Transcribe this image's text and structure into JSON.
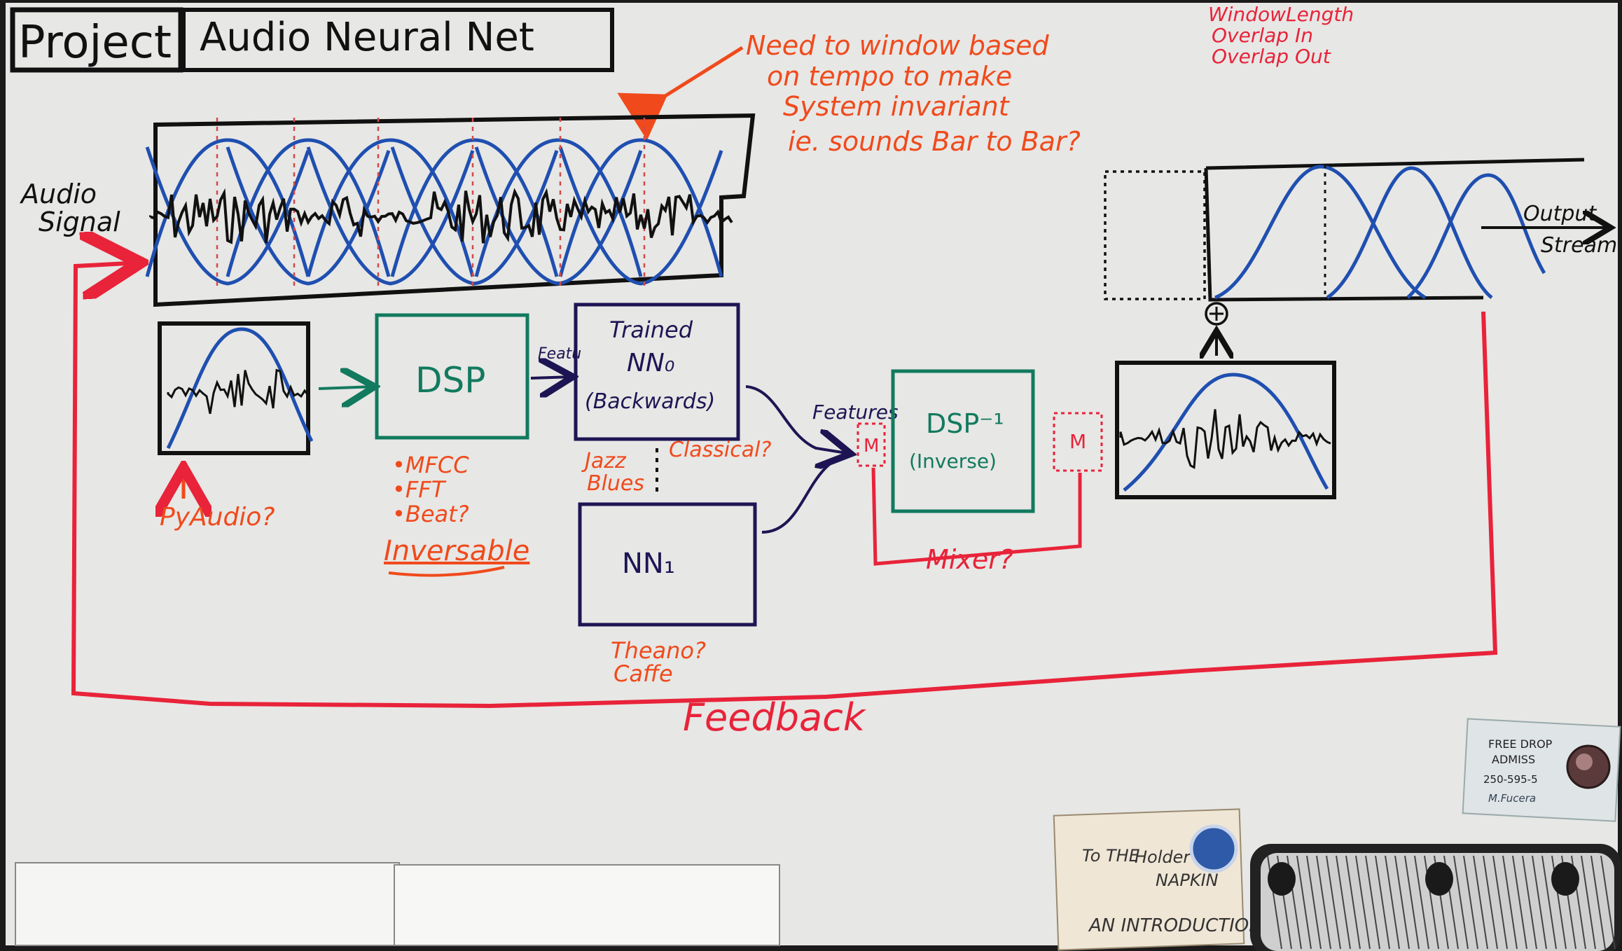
{
  "header": {
    "project_label": "Project",
    "title": "Audio Neural Net"
  },
  "notes": {
    "window_params": [
      "WindowLength",
      "Overlap In",
      "Overlap Out"
    ],
    "tempo_note": [
      "Need to window based",
      "on tempo to make",
      "System invariant",
      "ie. sounds Bar to Bar?"
    ]
  },
  "input": {
    "label": [
      "Audio",
      "Signal"
    ]
  },
  "output": {
    "label": [
      "Output",
      "Stream"
    ]
  },
  "blocks": {
    "dsp": "DSP",
    "nn0": [
      "Trained",
      "NN₀",
      "(Backwards)"
    ],
    "nn1": "NN₁",
    "dsp_inv": [
      "DSP⁻¹",
      "(Inverse)"
    ],
    "mixer_m": "M",
    "sum": "⊕"
  },
  "edges": {
    "features_in": "Featu",
    "features_out": "Features"
  },
  "annotations": {
    "pyaudio": "PyAudio?",
    "dsp_options": [
      "•MFCC",
      "•FFT",
      "•Beat?"
    ],
    "inversable": "Inversable",
    "genres_left": [
      "Jazz",
      "Blues"
    ],
    "genres_right": "Classical?",
    "frameworks": [
      "Theano?",
      "Caffe"
    ],
    "mixer": "Mixer?",
    "feedback": "Feedback"
  },
  "bottom_items": {
    "ticket": [
      "FREE DROP",
      "ADMISS",
      "250-595-5",
      "M.Fucera"
    ],
    "card": [
      "To THE",
      "Holder of",
      "NAPKIN",
      "AN INTRODUCTION"
    ]
  },
  "colors": {
    "board": "#e7e7e5",
    "ink_black": "#111111",
    "ink_blue": "#1f4fb0",
    "ink_green": "#127a5e",
    "ink_navy": "#1d1553",
    "ink_red": "#e8233a",
    "ink_orange": "#f04a1c"
  }
}
